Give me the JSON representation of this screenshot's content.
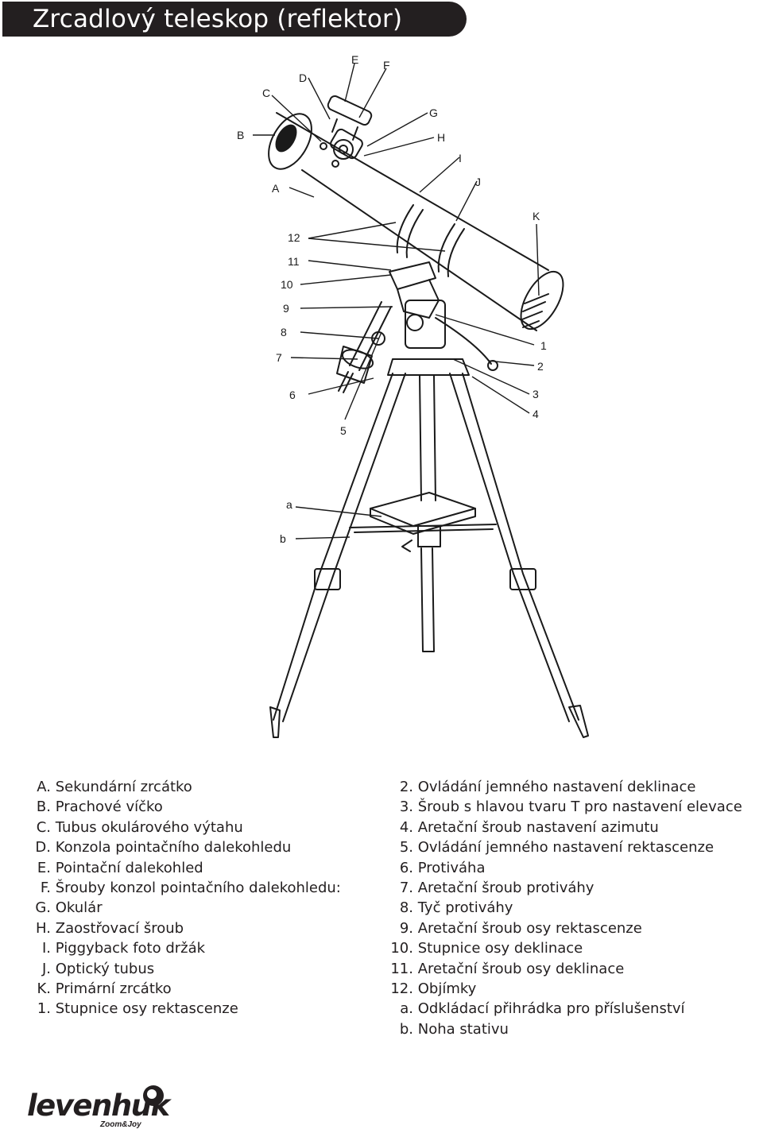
{
  "title": "Zrcadlový teleskop (reflektor)",
  "diagram": {
    "callouts_letters": [
      "A",
      "B",
      "C",
      "D",
      "E",
      "F",
      "G",
      "H",
      "I",
      "J",
      "K"
    ],
    "callouts_numbers": [
      "1",
      "2",
      "3",
      "4",
      "5",
      "6",
      "7",
      "8",
      "9",
      "10",
      "11",
      "12"
    ],
    "callouts_tripod": [
      "a",
      "b"
    ]
  },
  "legend_left": [
    {
      "key": "A.",
      "text": "Sekundární zrcátko"
    },
    {
      "key": "B.",
      "text": "Prachové víčko"
    },
    {
      "key": "C.",
      "text": "Tubus okulárového výtahu"
    },
    {
      "key": "D.",
      "text": "Konzola pointačního dalekohledu"
    },
    {
      "key": "E.",
      "text": "Pointační dalekohled"
    },
    {
      "key": "F.",
      "text": "Šrouby konzol pointačního dalekohledu:"
    },
    {
      "key": "G.",
      "text": "Okulár"
    },
    {
      "key": "H.",
      "text": "Zaostřovací šroub"
    },
    {
      "key": "I.",
      "text": "Piggyback foto držák"
    },
    {
      "key": "J.",
      "text": "Optický tubus"
    },
    {
      "key": "K.",
      "text": "Primární zrcátko"
    },
    {
      "key": "1.",
      "text": "Stupnice osy rektascenze"
    }
  ],
  "legend_right": [
    {
      "key": "2.",
      "text": "Ovládání jemného nastavení deklinace"
    },
    {
      "key": "3.",
      "text": "Šroub s hlavou tvaru T pro nastavení elevace"
    },
    {
      "key": "4.",
      "text": "Aretační šroub nastavení azimutu"
    },
    {
      "key": "5.",
      "text": "Ovládání jemného nastavení rektascenze"
    },
    {
      "key": "6.",
      "text": "Protiváha"
    },
    {
      "key": "7.",
      "text": "Aretační šroub protiváhy"
    },
    {
      "key": "8.",
      "text": "Tyč protiváhy"
    },
    {
      "key": "9.",
      "text": "Aretační šroub osy rektascenze"
    },
    {
      "key": "10.",
      "text": "Stupnice osy deklinace"
    },
    {
      "key": "11.",
      "text": "Aretační šroub osy deklinace"
    },
    {
      "key": "12.",
      "text": "Objímky"
    },
    {
      "key": "a.",
      "text": "Odkládací přihrádka pro příslušenství"
    },
    {
      "key": "b.",
      "text": "Noha stativu"
    }
  ],
  "brand": {
    "name": "levenhuk",
    "sub": "Zoom&Joy"
  }
}
